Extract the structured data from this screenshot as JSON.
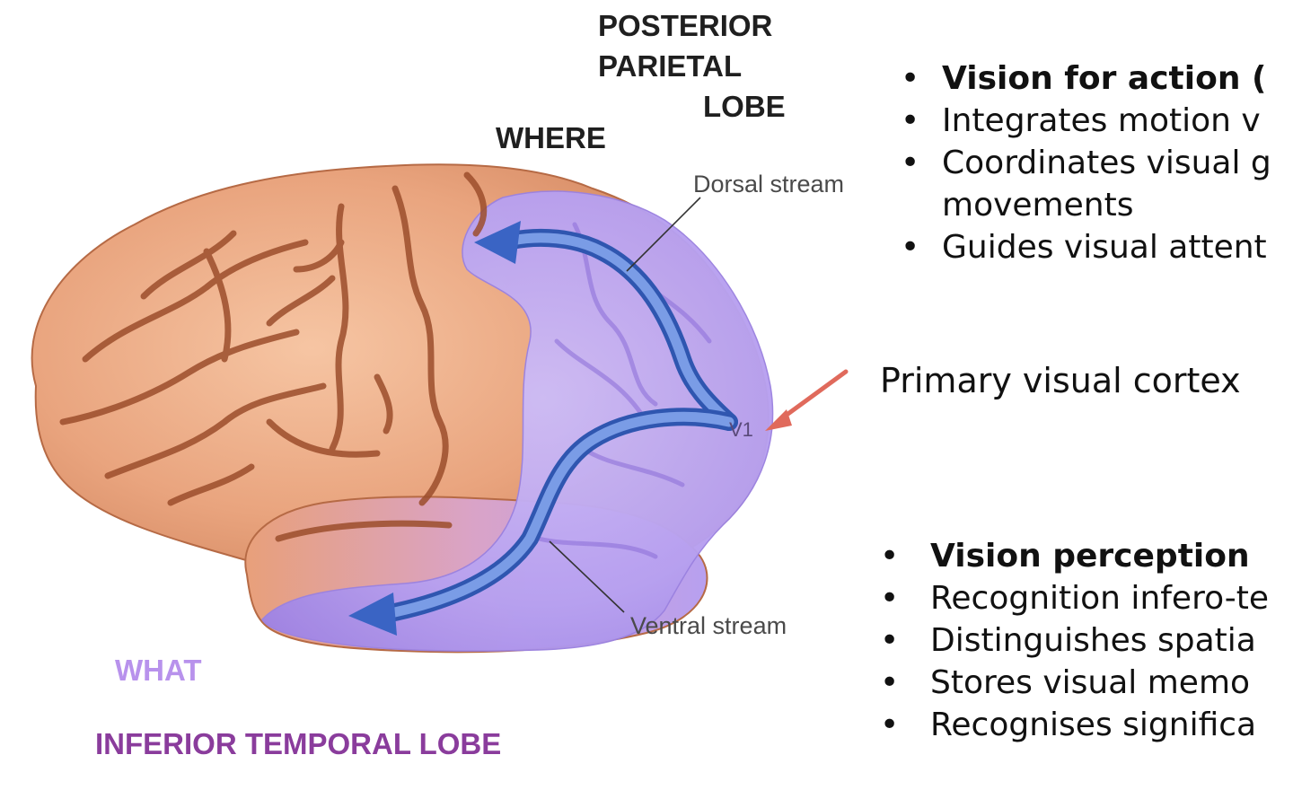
{
  "labels": {
    "posterior_parietal": [
      "POSTERIOR",
      "PARIETAL",
      "LOBE"
    ],
    "where": "WHERE",
    "what": "WHAT",
    "inferior_temporal": "INFERIOR TEMPORAL LOBE",
    "dorsal_stream": "Dorsal stream",
    "ventral_stream": "Ventral stream",
    "v1": "V1",
    "primary_visual_cortex": "Primary visual cortex"
  },
  "dorsal_points": [
    {
      "text": "Vision for action (",
      "bold": true
    },
    {
      "text": "Integrates motion v",
      "bold": false
    },
    {
      "text": "Coordinates visual g",
      "bold": false,
      "cont": "movements"
    },
    {
      "text": "Guides visual attent",
      "bold": false
    }
  ],
  "ventral_points": [
    {
      "text": "Vision perception",
      "bold": true
    },
    {
      "text": "Recognition infero-te",
      "bold": false
    },
    {
      "text": "Distinguishes spatia",
      "bold": false
    },
    {
      "text": "Stores visual memo",
      "bold": false
    },
    {
      "text": "Recognises significa",
      "bold": false
    }
  ],
  "bullet_glyph": "•",
  "colors": {
    "brain_tan": "#e8a07a",
    "brain_shadow": "#9c4e2c",
    "visual_cortex": "#b49cf0",
    "stream_arrow": "#3f69c9",
    "pointer_arrow": "#e06a5c",
    "what_label": "#b892ec",
    "inferior_label": "#8a3c9c"
  }
}
